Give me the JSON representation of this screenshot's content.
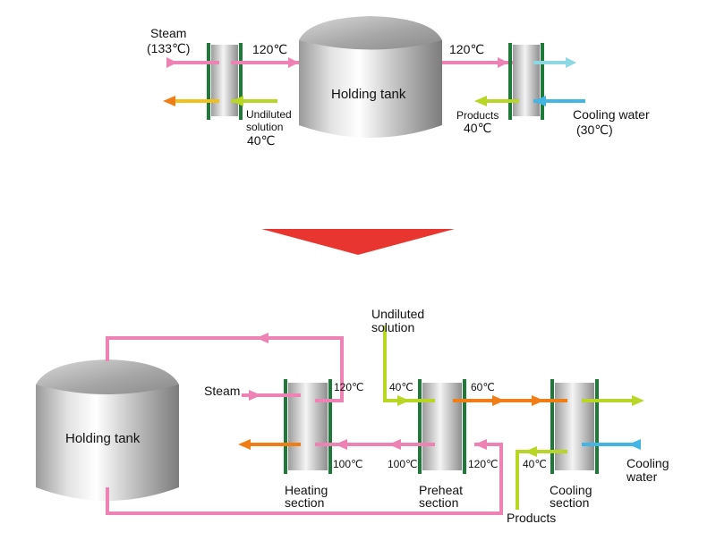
{
  "colors": {
    "pink": "#ee82b4",
    "hot_orange": "#f07d16",
    "yellow": "#f2c01a",
    "lime": "#b7d626",
    "cyan": "#44b6e6",
    "light_cyan": "#8ed8e4",
    "frame_green": "#1f7a3a",
    "arrow_red": "#e8352f"
  },
  "top": {
    "steam": "Steam",
    "steam_temp": "(133℃)",
    "temp_out_heater": "120℃",
    "tank": "Holding tank",
    "temp_out_tank": "120℃",
    "undiluted_line1": "Undiluted",
    "undiluted_line2": "solution",
    "undiluted_temp": "40℃",
    "products": "Products",
    "products_temp": "40℃",
    "cooling": "Cooling water",
    "cooling_temp": "(30℃)"
  },
  "bottom": {
    "undiluted_line1": "Undiluted",
    "undiluted_line2": "solution",
    "tank": "Holding tank",
    "steam": "Steam",
    "t_heat_top": "120℃",
    "t_pre_in": "40℃",
    "t_pre_out": "60℃",
    "t_heat_bottom": "100℃",
    "t_pre_bottom_left": "100℃",
    "t_pre_bottom_right": "120℃",
    "t_cool": "40℃",
    "heating_line1": "Heating",
    "heating_line2": "section",
    "preheat_line1": "Preheat",
    "preheat_line2": "section",
    "cooling_line1": "Cooling",
    "cooling_line2": "section",
    "cooling_water_line1": "Cooling",
    "cooling_water_line2": "water",
    "products": "Products"
  }
}
